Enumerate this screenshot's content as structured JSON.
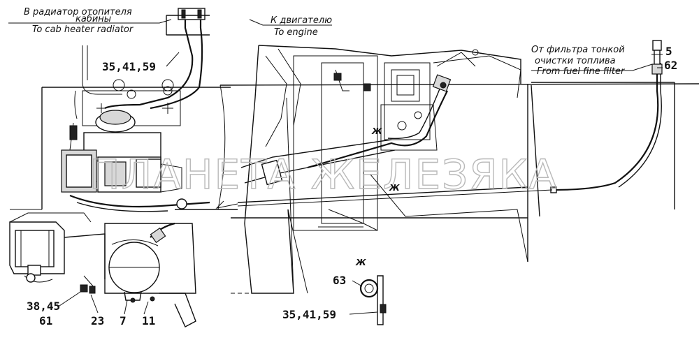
{
  "labels": {
    "cab_heater_ru_1": "В радиатор отопителя",
    "cab_heater_ru_2": "кабины",
    "cab_heater_en": "To cab heater radiator",
    "engine_ru": "К двигателю",
    "engine_en": "To engine",
    "fuel_filter_ru_1": "От фильтра тонкой",
    "fuel_filter_ru_2": "очистки топлива",
    "fuel_filter_en": "From fuel fine filter",
    "view_mark": "Ж"
  },
  "callouts": {
    "c_35_41_59_top": "35,41,59",
    "c_5": "5",
    "c_62": "62",
    "c_38_45": "38,45",
    "c_61": "61",
    "c_23": "23",
    "c_7": "7",
    "c_11": "11",
    "c_63": "63",
    "c_35_41_59_bottom": "35,41,59"
  },
  "watermark": "ПЛАНЕТА ЖЕЛЕЗЯКА"
}
